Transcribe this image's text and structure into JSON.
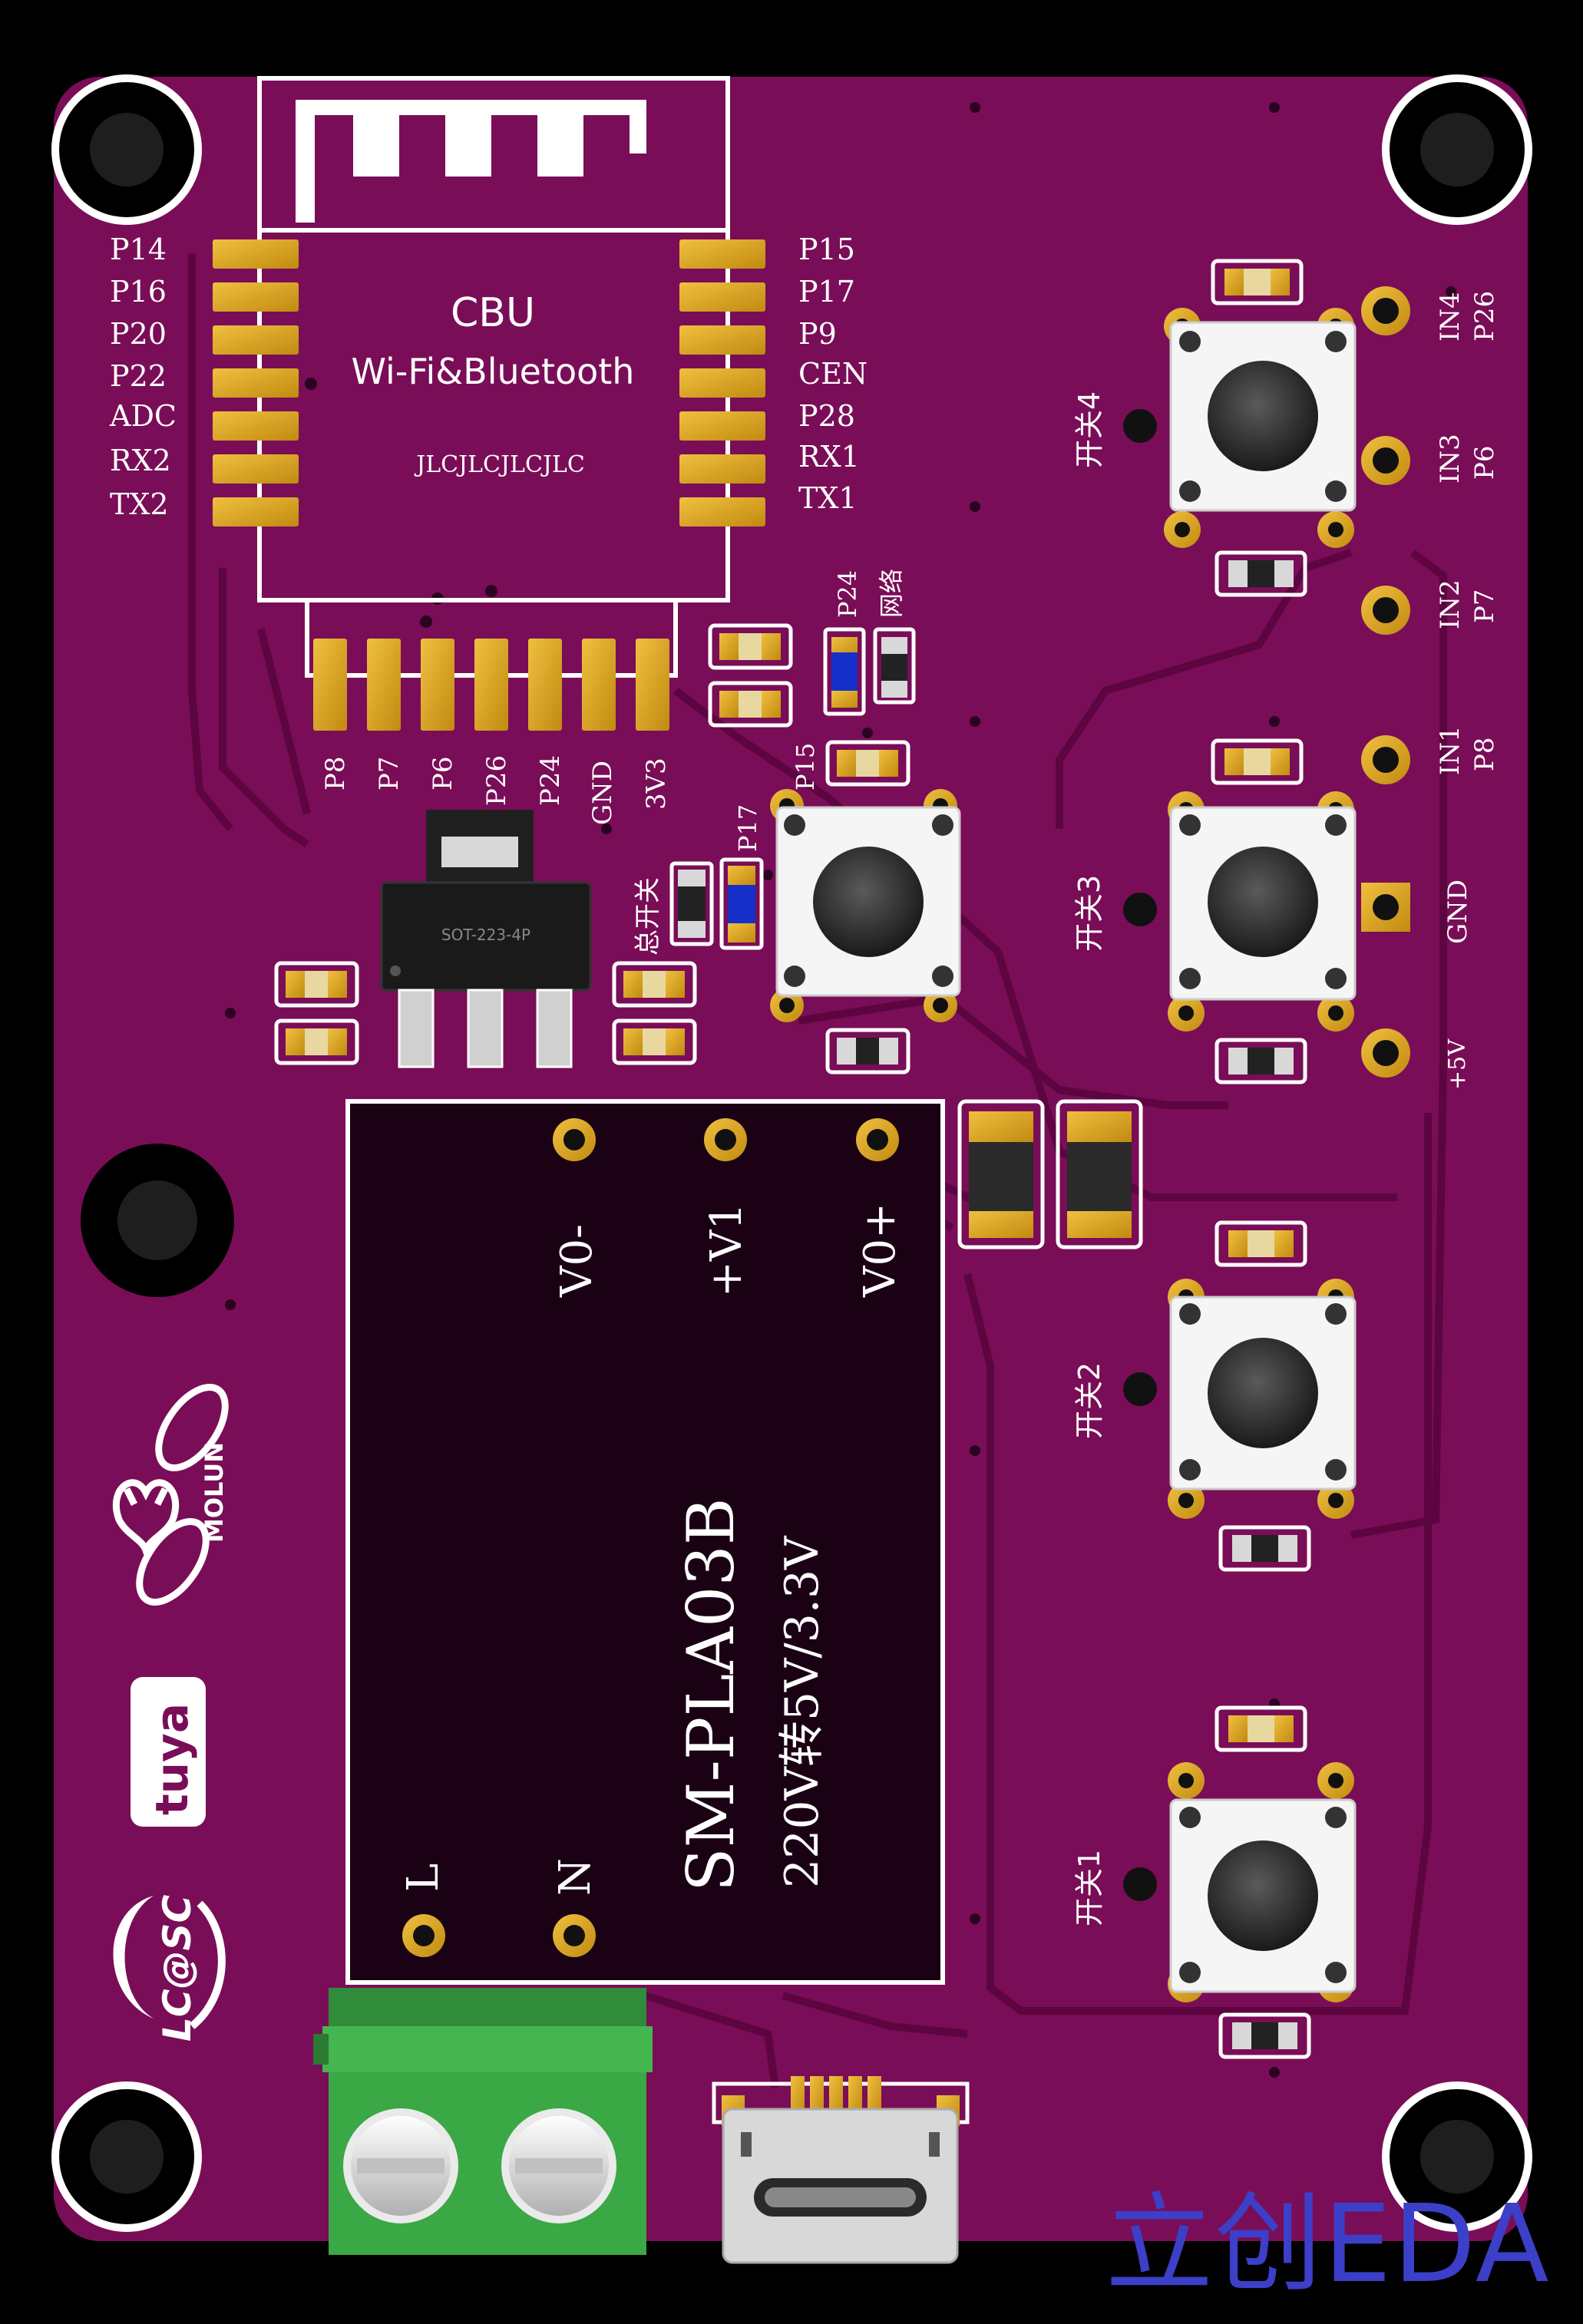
{
  "module": {
    "name": "CBU",
    "subtitle": "Wi-Fi&Bluetooth",
    "marking": "JLCJLCJLCJLC",
    "left_pins": [
      "P14",
      "P16",
      "P20",
      "P22",
      "ADC",
      "RX2",
      "TX2"
    ],
    "right_pins": [
      "P15",
      "P17",
      "P9",
      "CEN",
      "P28",
      "RX1",
      "TX1"
    ],
    "bottom_pins": [
      "P8",
      "P7",
      "P6",
      "P26",
      "P24",
      "GND",
      "3V3"
    ]
  },
  "regulator": {
    "label": "SOT-223-4P"
  },
  "leds": [
    {
      "pin": "P24",
      "name": "网络"
    },
    {
      "pin": "P17",
      "name": "总开关"
    }
  ],
  "master_button_pin": "P15",
  "switches": [
    {
      "label": "开关4"
    },
    {
      "label": "开关3"
    },
    {
      "label": "开关2"
    },
    {
      "label": "开关1"
    }
  ],
  "connector_labels": [
    {
      "line1": "IN4",
      "line2": "P26"
    },
    {
      "line1": "IN3",
      "line2": "P6"
    },
    {
      "line1": "IN2",
      "line2": "P7"
    },
    {
      "line1": "IN1",
      "line2": "P8"
    },
    {
      "line1": "GND",
      "line2": ""
    },
    {
      "line1": "+5V",
      "line2": ""
    }
  ],
  "power_module": {
    "model": "SM-PLA03B",
    "description": "220V转5V/3.3V",
    "out_pins": [
      "V0-",
      "+V1",
      "V0+"
    ],
    "in_pins": [
      "L",
      "N"
    ]
  },
  "logos": {
    "molun": "MOLUN",
    "tuya": "tuya",
    "lcsc": "LC@SC"
  },
  "watermark": "立创EDA",
  "colors": {
    "board": "#7a0d57",
    "trace": "#5c0540",
    "silkscreen": "#ffffff",
    "pad_gold": "#d4a017",
    "terminal_green": "#3aa844",
    "watermark": "#3c3fc8"
  }
}
